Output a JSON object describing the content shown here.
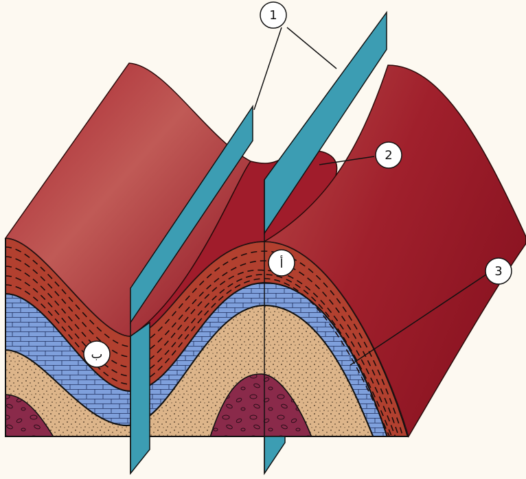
{
  "diagram": {
    "labels": {
      "one": "1",
      "two": "2",
      "three": "3",
      "alef": "أ",
      "beh": "ب"
    },
    "colors": {
      "background": "#fdf9f1",
      "surface": "#9e1b2a",
      "shale": "#b2402f",
      "limestone": "#7fa0dc",
      "sandstone": "#ddb58a",
      "conglomerate": "#8a2a4a",
      "axial_plane": "#3c9db3",
      "watermark": "#e8312c"
    }
  }
}
